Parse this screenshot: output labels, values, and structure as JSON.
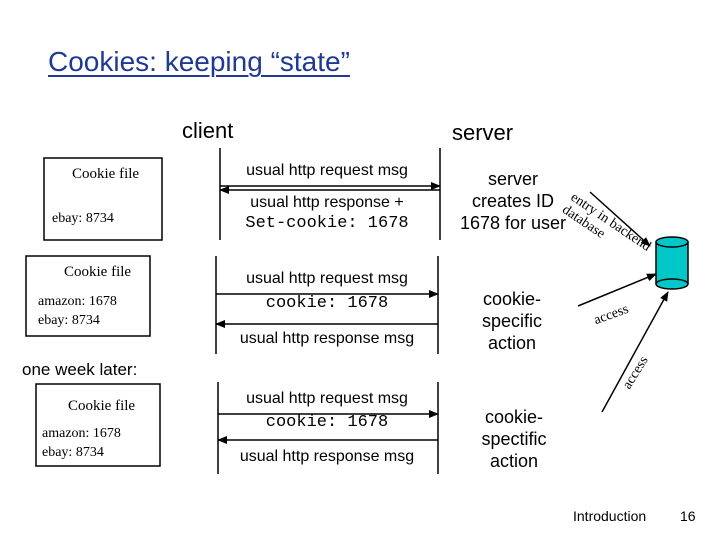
{
  "title": "Cookies: keeping “state”",
  "headers": {
    "client": "client",
    "server": "server"
  },
  "cookie_files": [
    {
      "title": "Cookie file",
      "lines": [
        "ebay: 8734"
      ]
    },
    {
      "title": "Cookie file",
      "lines": [
        "amazon: 1678",
        "ebay: 8734"
      ]
    },
    {
      "title": "Cookie file",
      "lines": [
        "amazon: 1678",
        "ebay: 8734"
      ]
    }
  ],
  "messages": {
    "m1": "usual http request msg",
    "m2_line1": "usual http response +",
    "m2_line2": "Set-cookie: 1678",
    "m3_line1": "usual http request msg",
    "m3_line2": "cookie: 1678",
    "m4": "usual http response msg",
    "m5_line1": "usual http request msg",
    "m5_line2": "cookie: 1678",
    "m6": "usual http response msg"
  },
  "server_notes": {
    "creates_l1": "server",
    "creates_l2": "creates ID",
    "creates_l3": "1678 for user",
    "action1_l1": "cookie-",
    "action1_l2": "specific",
    "action1_l3": "action",
    "action2_l1": "cookie-",
    "action2_l2": "spectific",
    "action2_l3": "action"
  },
  "database": {
    "entry_text": "entry in backend database",
    "access1": "access",
    "access2": "access"
  },
  "one_week_later": "one week later:",
  "footer": {
    "section": "Introduction",
    "page": "16"
  },
  "colors": {
    "title": "#1f3a93",
    "db_fill": "#00c8c8"
  }
}
